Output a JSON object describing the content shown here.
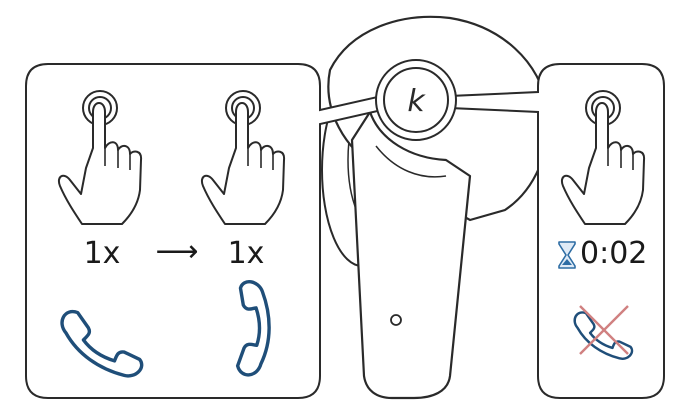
{
  "labels": {
    "tap_count_first": "1x",
    "arrow": "⟶",
    "tap_count_second": "1x",
    "timer": "0:02",
    "logo_letter": "k"
  },
  "icons": {
    "tap_gesture": "hand-tap-icon",
    "answer_call": "phone-answer-icon",
    "end_call": "phone-hangup-icon",
    "reject_call": "phone-reject-icon",
    "timer": "hourglass-icon"
  },
  "colors": {
    "phone_icon": "#1f4e79",
    "reject_cross": "#d08080",
    "outline": "#2a2a2a",
    "hourglass": "#2e6da4"
  }
}
